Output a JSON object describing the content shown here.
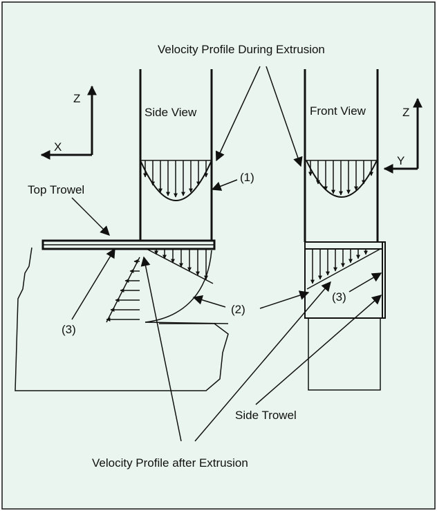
{
  "labels": {
    "velocity_during": "Velocity Profile During Extrusion",
    "side_view": "Side View",
    "front_view": "Front View",
    "top_trowel": "Top Trowel",
    "side_trowel": "Side Trowel",
    "velocity_after": "Velocity Profile after Extrusion",
    "callout_1": "(1)",
    "callout_2": "(2)",
    "callout_3_left": "(3)",
    "callout_3_right": "(3)",
    "axis_z_left": "Z",
    "axis_x": "X",
    "axis_z_right": "Z",
    "axis_y": "Y"
  },
  "colors": {
    "background": "#e9f5ee",
    "stroke": "#111111"
  }
}
